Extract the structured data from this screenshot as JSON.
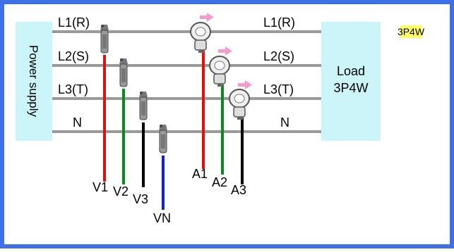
{
  "frame_color": "#3d6fe6",
  "box_fill": "#ccf5f9",
  "line_color": "#9a9a9a",
  "arrow_color": "#f69ccd",
  "badge_fill": "#ffff66",
  "lead_colors": {
    "red": "#e01010",
    "green": "#0a8a1e",
    "black": "#000000",
    "blue": "#1020e0"
  },
  "power_supply": {
    "label": "Power supply"
  },
  "load": {
    "line1": "Load",
    "line2": "3P4W"
  },
  "wiring_badge": "3P4W",
  "lines_left": [
    "L1(R)",
    "L2(S)",
    "L3(T)",
    "N"
  ],
  "lines_right": [
    "L1(R)",
    "L2(S)",
    "L3(T)",
    "N"
  ],
  "voltage_probes": [
    "V1",
    "V2",
    "V3",
    "VN"
  ],
  "current_clamps": [
    "A1",
    "A2",
    "A3"
  ],
  "icons": [
    "voltage-clip-icon",
    "current-clamp-icon",
    "current-direction-arrow-icon"
  ]
}
